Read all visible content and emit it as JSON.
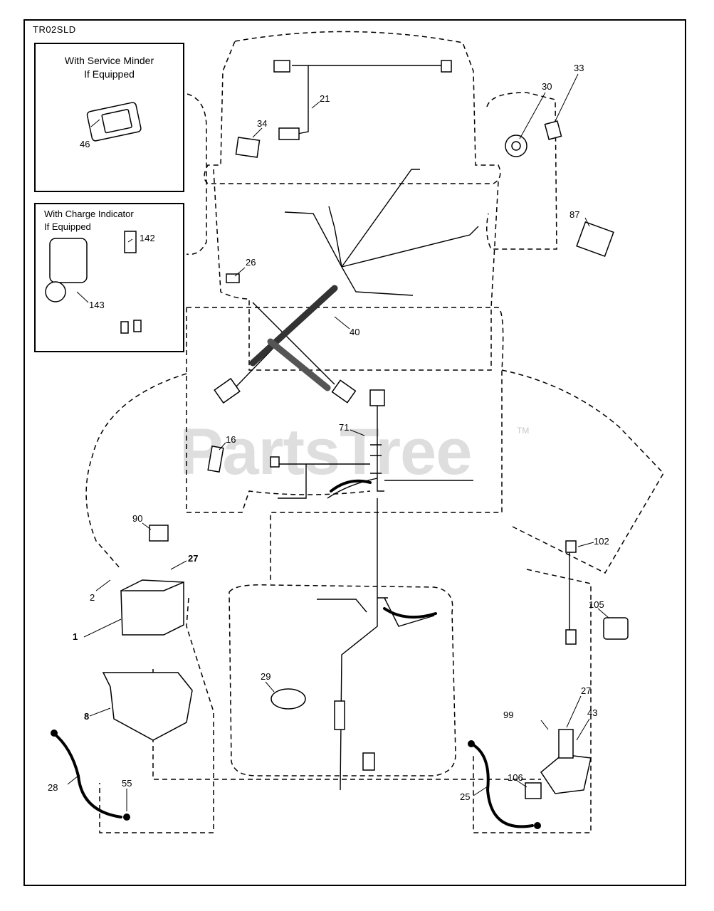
{
  "diagram_code": "TR02SLD",
  "insets": [
    {
      "title_line1": "With Service Minder",
      "title_line2": "If Equipped"
    },
    {
      "title_line1": "With Charge Indicator",
      "title_line2": "If Equipped"
    }
  ],
  "callouts": {
    "c46": "46",
    "c142": "142",
    "c143": "143",
    "c21": "21",
    "c34": "34",
    "c30": "30",
    "c33": "33",
    "c87": "87",
    "c26": "26",
    "c40": "40",
    "c16": "16",
    "c71": "71",
    "c90": "90",
    "c27a": "27",
    "c2": "2",
    "c1": "1",
    "c8": "8",
    "c29": "29",
    "c28": "28",
    "c55": "55",
    "c102": "102",
    "c105": "105",
    "c27b": "27",
    "c43": "43",
    "c99": "99",
    "c106": "106",
    "c25": "25"
  },
  "watermark": {
    "text": "PartsTree",
    "tm": "TM"
  }
}
